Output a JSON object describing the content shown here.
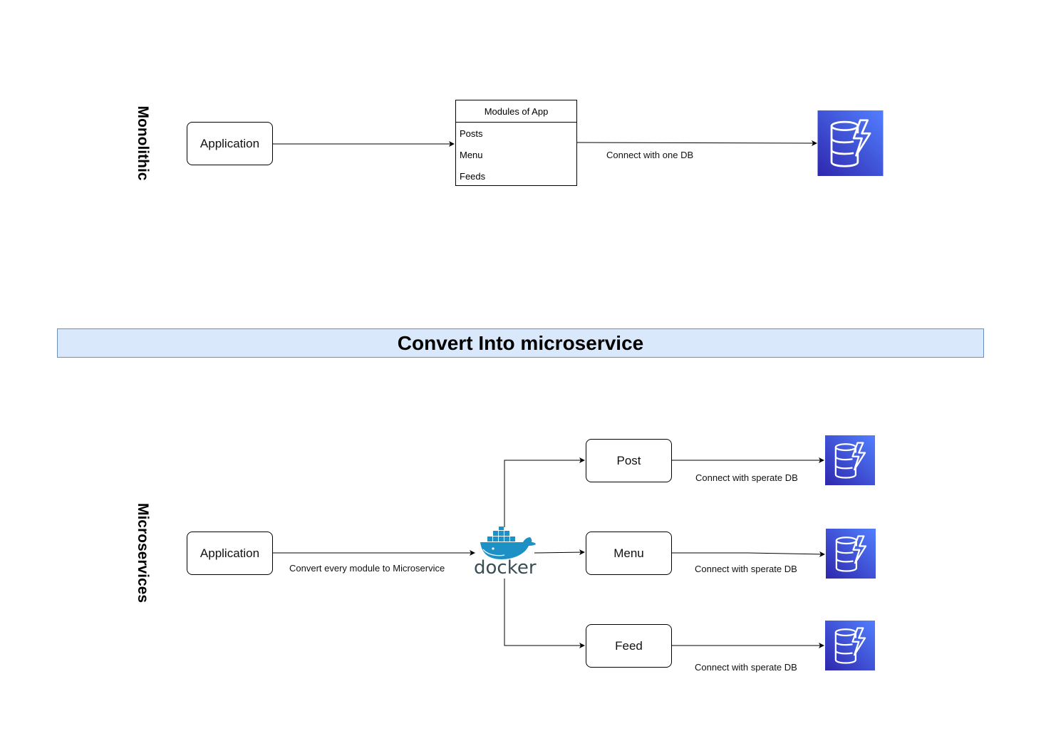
{
  "monolithic": {
    "section_label": "Monolithic",
    "application": "Application",
    "modules": {
      "title": "Modules of App",
      "items": [
        "Posts",
        "Menu",
        "Feeds"
      ]
    },
    "db_edge_label": "Connect with one DB",
    "db_icon": "dynamodb-icon"
  },
  "banner": {
    "title": "Convert Into microservice",
    "fill_color": "#dae8fc",
    "border_color": "#6c8ebf"
  },
  "microservices": {
    "section_label": "Microservices",
    "application": "Application",
    "convert_edge_label": "Convert every module to Microservice",
    "docker_label": "docker",
    "services": [
      {
        "name": "Post",
        "db_edge_label": "Connect with sperate DB"
      },
      {
        "name": "Menu",
        "db_edge_label": "Connect with sperate DB"
      },
      {
        "name": "Feed",
        "db_edge_label": "Connect with sperate DB"
      }
    ],
    "db_icon": "dynamodb-icon"
  },
  "colors": {
    "db_gradient_top": "#4d72f3",
    "db_gradient_bottom": "#2e27ad",
    "docker_blue": "#1d91c6",
    "docker_text": "#394d54"
  }
}
